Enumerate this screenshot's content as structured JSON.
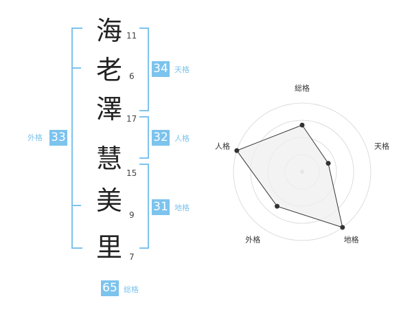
{
  "characters": [
    {
      "char": "海",
      "strokes": "11"
    },
    {
      "char": "老",
      "strokes": "6"
    },
    {
      "char": "澤",
      "strokes": "17"
    },
    {
      "char": "慧",
      "strokes": "15"
    },
    {
      "char": "美",
      "strokes": "9"
    },
    {
      "char": "里",
      "strokes": "7"
    }
  ],
  "kaku": {
    "tenkaku": {
      "label": "天格",
      "value": "34"
    },
    "jinkaku": {
      "label": "人格",
      "value": "32"
    },
    "chikaku": {
      "label": "地格",
      "value": "31"
    },
    "gaikaku": {
      "label": "外格",
      "value": "33"
    },
    "soukaku": {
      "label": "総格",
      "value": "65"
    }
  },
  "chart_data": {
    "type": "radar",
    "axes": [
      "総格",
      "天格",
      "地格",
      "外格",
      "人格"
    ],
    "values": [
      0.68,
      0.4,
      1.0,
      0.62,
      1.0
    ],
    "rings": 4,
    "colors": {
      "accent": "#7cc3ee",
      "fill": "#efefef",
      "line": "#333333",
      "grid": "#dddddd"
    }
  }
}
